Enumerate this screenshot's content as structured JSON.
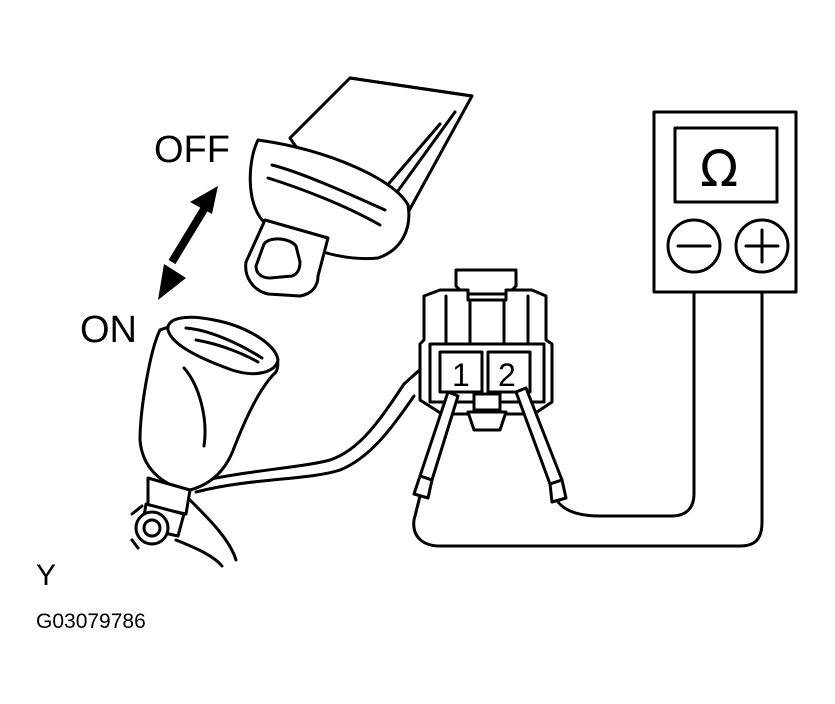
{
  "labels": {
    "off": "OFF",
    "on": "ON",
    "pin_1": "1",
    "pin_2": "2",
    "meter_symbol": "Ω",
    "side_mark": "Y",
    "figure_code": "G03079786"
  },
  "colors": {
    "ink": "#000000",
    "paper": "#ffffff"
  },
  "icons": {
    "meter_negative": "minus-terminal-icon",
    "meter_positive": "plus-terminal-icon",
    "direction": "double-arrow-icon"
  }
}
